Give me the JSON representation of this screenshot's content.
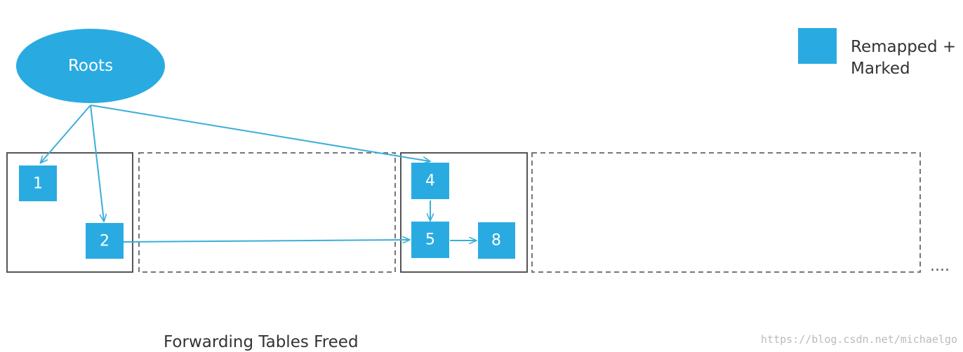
{
  "diagram": {
    "root": {
      "label": "Roots"
    },
    "nodes": [
      {
        "id": "n1",
        "label": "1"
      },
      {
        "id": "n2",
        "label": "2"
      },
      {
        "id": "n4",
        "label": "4"
      },
      {
        "id": "n5",
        "label": "5"
      },
      {
        "id": "n8",
        "label": "8"
      }
    ],
    "edges": [
      {
        "from": "roots",
        "to": "n1"
      },
      {
        "from": "roots",
        "to": "n2"
      },
      {
        "from": "roots",
        "to": "n4"
      },
      {
        "from": "n4",
        "to": "n5"
      },
      {
        "from": "n2",
        "to": "n5"
      },
      {
        "from": "n5",
        "to": "n8"
      }
    ],
    "legend": {
      "line1": "Remapped +",
      "line2": "Marked"
    },
    "caption": "Forwarding Tables Freed",
    "ellipsis": "....",
    "watermark": "https://blog.csdn.net/michaelgo",
    "colors": {
      "node_fill": "#29abe2",
      "edge": "#3aaed8",
      "page_border": "#555555",
      "dashed_border": "#777777"
    }
  }
}
